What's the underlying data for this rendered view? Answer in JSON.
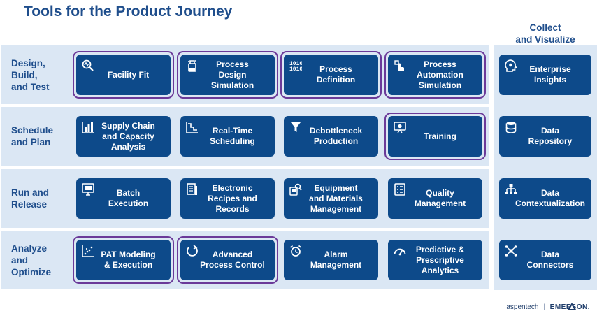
{
  "title": "Tools for the Product Journey",
  "collect_header": "Collect\nand Visualize",
  "rows": [
    {
      "label": "Design,\nBuild,\nand Test",
      "tiles": [
        {
          "label": "Facility Fit",
          "icon": "magnifier-pulse-icon",
          "highlighted": true
        },
        {
          "label": "Process\nDesign\nSimulation",
          "icon": "flask-icon",
          "highlighted": true
        },
        {
          "label": "Process\nDefinition",
          "icon": "binary-code-icon",
          "highlighted": true
        },
        {
          "label": "Process\nAutomation\nSimulation",
          "icon": "hand-cursor-icon",
          "highlighted": true
        }
      ]
    },
    {
      "label": "Schedule\nand Plan",
      "tiles": [
        {
          "label": "Supply Chain\nand Capacity\nAnalysis",
          "icon": "bar-chart-icon",
          "highlighted": false
        },
        {
          "label": "Real-Time\nScheduling",
          "icon": "step-chart-icon",
          "highlighted": false
        },
        {
          "label": "Debottleneck\nProduction",
          "icon": "funnel-icon",
          "highlighted": false
        },
        {
          "label": "Training",
          "icon": "presentation-icon",
          "highlighted": true
        }
      ]
    },
    {
      "label": "Run and\nRelease",
      "tiles": [
        {
          "label": "Batch\nExecution",
          "icon": "monitor-icon",
          "highlighted": false
        },
        {
          "label": "Electronic\nRecipes and\nRecords",
          "icon": "document-icon",
          "highlighted": false
        },
        {
          "label": "Equipment\nand Materials\nManagement",
          "icon": "equipment-search-icon",
          "highlighted": false
        },
        {
          "label": "Quality\nManagement",
          "icon": "checklist-icon",
          "highlighted": false
        }
      ]
    },
    {
      "label": "Analyze\nand\nOptimize",
      "tiles": [
        {
          "label": "PAT Modeling\n& Execution",
          "icon": "scatter-plot-icon",
          "highlighted": true
        },
        {
          "label": "Advanced\nProcess Control",
          "icon": "cycle-arrows-icon",
          "highlighted": true
        },
        {
          "label": "Alarm\nManagement",
          "icon": "alarm-clock-icon",
          "highlighted": false
        },
        {
          "label": "Predictive &\nPrescriptive\nAnalytics",
          "icon": "gauge-icon",
          "highlighted": false
        }
      ]
    }
  ],
  "collect_tiles": [
    {
      "label": "Enterprise\nInsights",
      "icon": "head-gear-icon"
    },
    {
      "label": "Data\nRepository",
      "icon": "database-icon"
    },
    {
      "label": "Data\nContextualization",
      "icon": "hierarchy-icon"
    },
    {
      "label": "Data\nConnectors",
      "icon": "network-nodes-icon"
    }
  ],
  "footer": {
    "aspentech": "aspentech",
    "emerson": "EMERSON.",
    "separator": "|"
  }
}
